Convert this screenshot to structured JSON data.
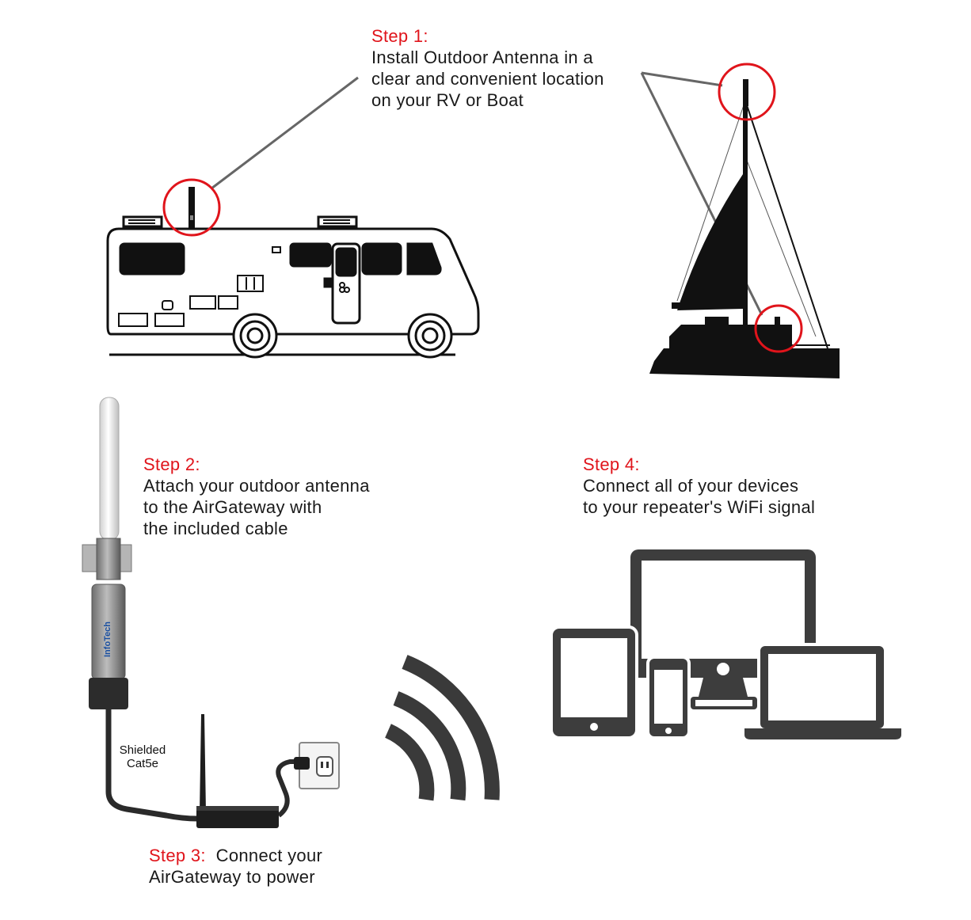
{
  "step1": {
    "label": "Step 1:",
    "lines": [
      "Install Outdoor Antenna in a",
      "clear and convenient location",
      "on your RV or Boat"
    ]
  },
  "step2": {
    "label": "Step 2:",
    "lines": [
      "Attach your outdoor antenna",
      "to the AirGateway with",
      "the included cable"
    ]
  },
  "step3": {
    "label": "Step 3:",
    "lines": [
      "Connect your",
      "AirGateway to power"
    ]
  },
  "step4": {
    "label": "Step 4:",
    "lines": [
      "Connect all of your devices",
      "to your repeater's WiFi signal"
    ]
  },
  "cable_label": [
    "Shielded",
    "Cat5e"
  ],
  "brand_text": "InfoTech",
  "colors": {
    "accent": "#e0141b",
    "ink": "#1a1a1a",
    "wifi": "#3a3a3a",
    "device": "#3d3d3d"
  }
}
